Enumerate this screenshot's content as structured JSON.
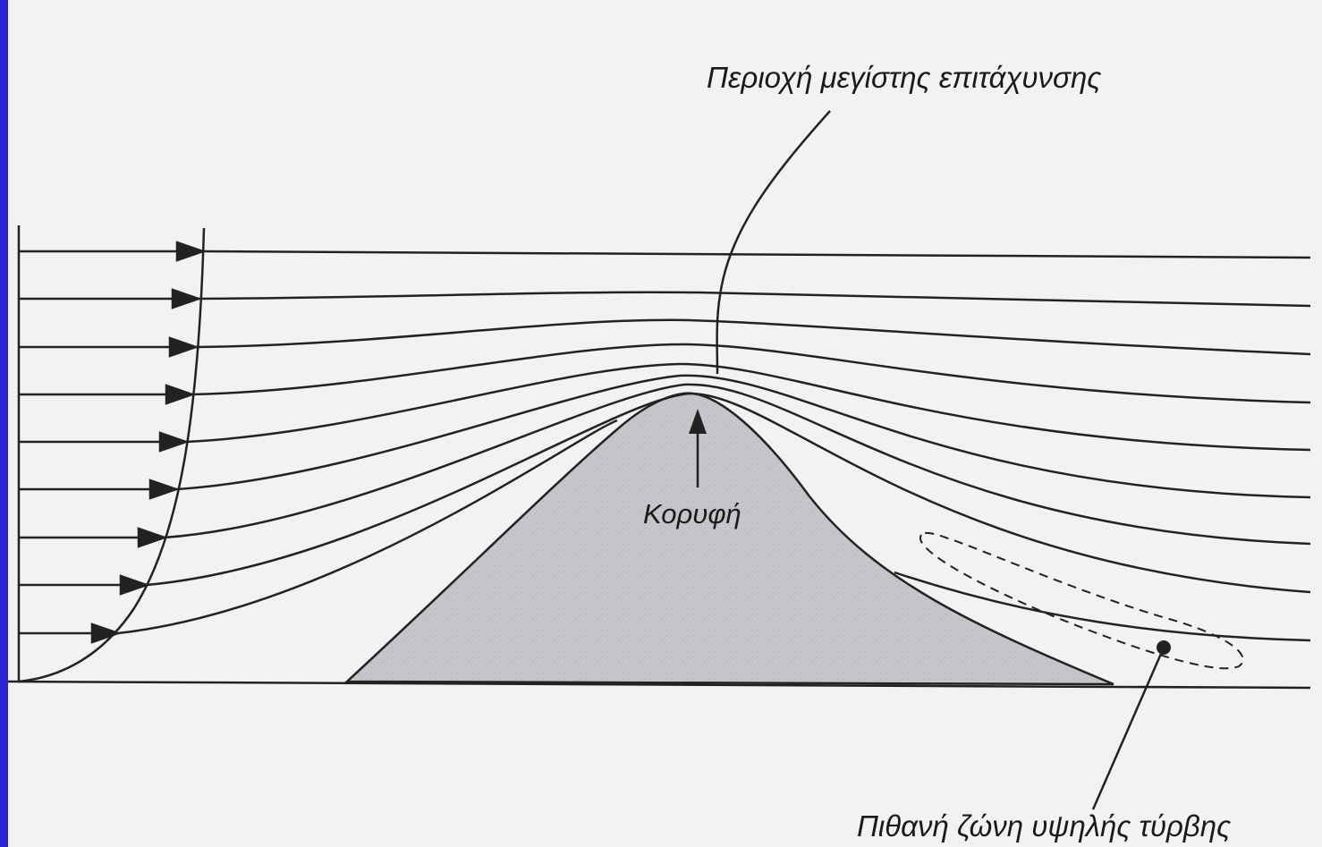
{
  "labels": {
    "max_acceleration": "Περιοχή μεγίστης επιτάχυνσης",
    "peak": "Κορυφή",
    "turbulence_zone": "Πιθανή ζώνη υψηλής τύρβης"
  },
  "colors": {
    "side_bar": "#2a22d6",
    "background": "#f2f2f5",
    "hill_fill": "#c7c7cb",
    "line": "#222222"
  }
}
